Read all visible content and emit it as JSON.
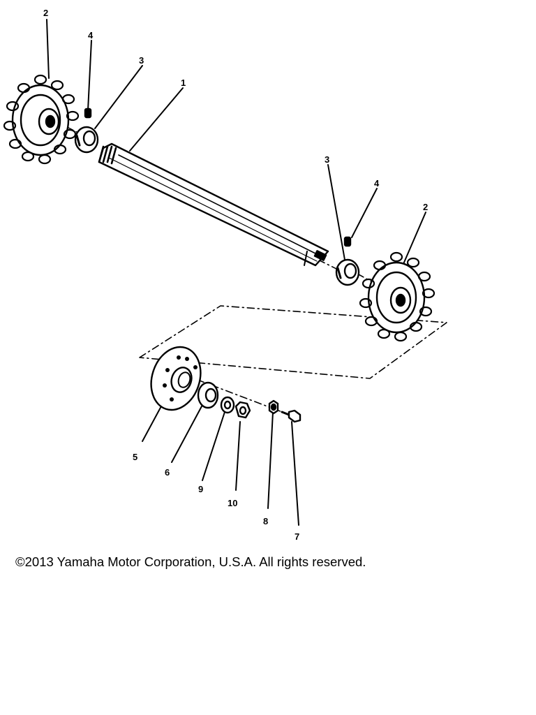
{
  "callouts": {
    "shaft": "1",
    "sprocket_left": "2",
    "sprocket_right": "2",
    "collar_left": "3",
    "collar_right": "3",
    "key_left": "4",
    "key_right": "4",
    "plate": "5",
    "bearing": "6",
    "bolt": "7",
    "nut": "8",
    "washer": "9",
    "lock_nut": "10"
  },
  "copyright": "©2013 Yamaha Motor Corporation, U.S.A. All rights reserved.",
  "colors": {
    "ink": "#000000",
    "paper": "#ffffff"
  }
}
